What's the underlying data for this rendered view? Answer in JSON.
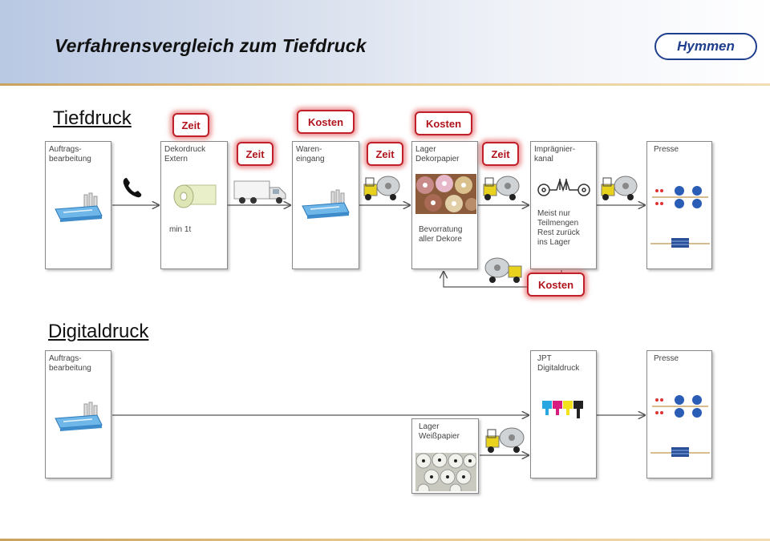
{
  "header": {
    "title": "Verfahrensvergleich zum Tiefdruck",
    "logo_text": "Hymmen"
  },
  "tiefdruck": {
    "heading": "Tiefdruck",
    "boxes": {
      "auftrag": "Auftrags-\nbearbeitung",
      "dekordruck": "Dekordruck\nExtern",
      "dekordruck_note": "min 1t",
      "wareneingang": "Waren-\neingang",
      "lager": "Lager\nDekorpapier",
      "lager_note": "Bevorratung\naller Dekore",
      "impraegnier": "Imprägnier-\nkanal",
      "impraegnier_note": "Meist nur\nTeilmengen\nRest zurück\nins Lager",
      "presse": "Presse"
    },
    "tags": {
      "zeit_1": "Zeit",
      "zeit_2": "Zeit",
      "kosten_1": "Kosten",
      "zeit_3": "Zeit",
      "kosten_2": "Kosten",
      "zeit_4": "Zeit",
      "kosten_3": "Kosten"
    }
  },
  "digitaldruck": {
    "heading": "Digitaldruck",
    "boxes": {
      "auftrag": "Auftrags-\nbearbeitung",
      "lager": "Lager\nWeißpapier",
      "jpt": "JPT\nDigitaldruck",
      "presse": "Presse"
    }
  },
  "icons": [
    "phone-icon",
    "truck-icon",
    "forklift-icon",
    "paper-roll-icon",
    "computer-icon",
    "printhead-icon",
    "press-rollers-icon"
  ],
  "colors": {
    "accent_red": "#c0202a",
    "logo_blue": "#1f3f8c",
    "roll_blue": "#2a5db5"
  }
}
